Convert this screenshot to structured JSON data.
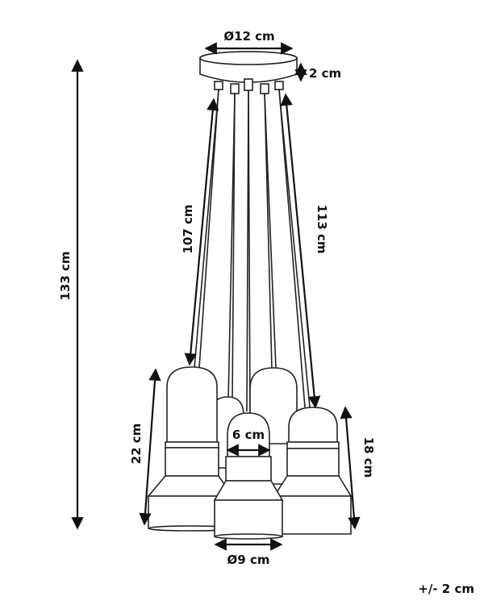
{
  "labels": {
    "canopy_diameter": "Ø12 cm",
    "canopy_height": "2 cm",
    "total_height": "133 cm",
    "cable_short": "107 cm",
    "cable_long": "113 cm",
    "shade_tall_height": "22 cm",
    "shade_short_height": "18 cm",
    "shade_top_width": "6 cm",
    "shade_bottom_diameter": "Ø9 cm",
    "tolerance": "+/- 2 cm"
  }
}
